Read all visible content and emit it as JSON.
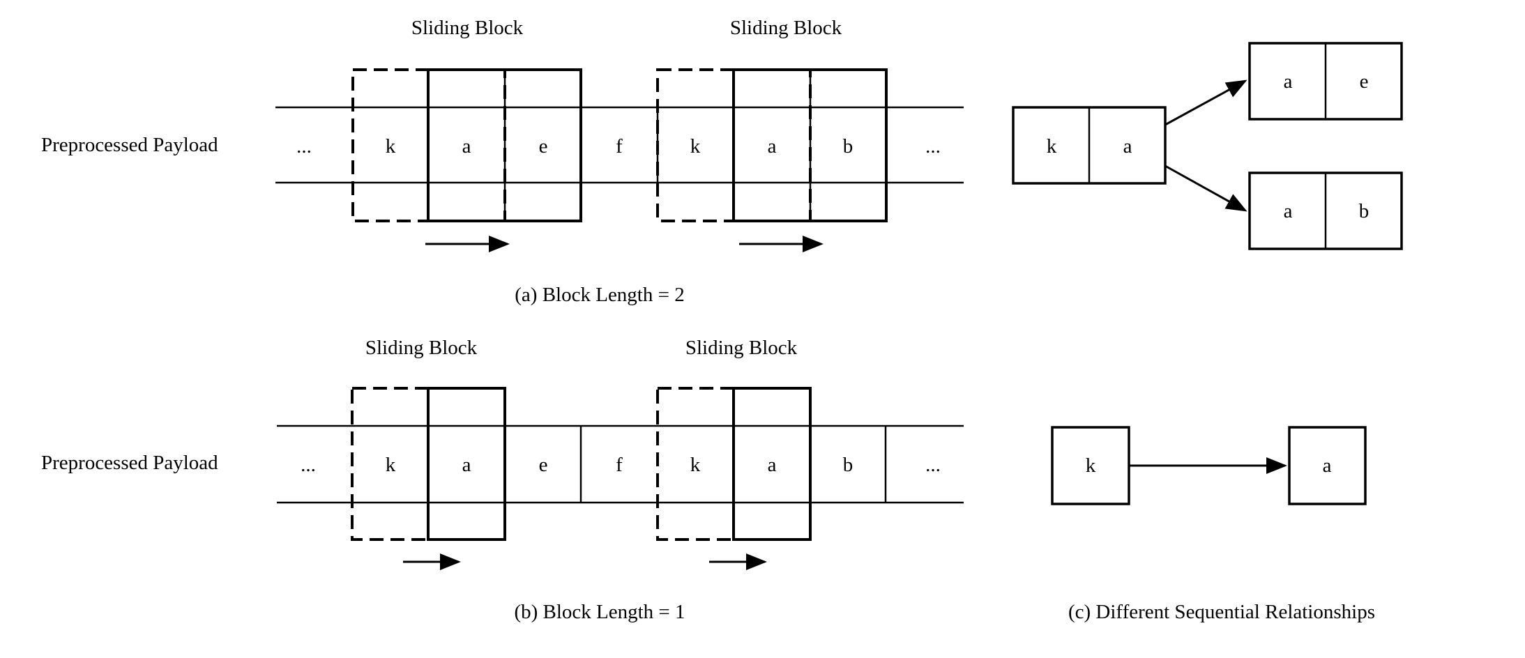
{
  "panel_a": {
    "row_label": "Preprocessed Payload",
    "cells": [
      "...",
      "k",
      "a",
      "e",
      "f",
      "k",
      "a",
      "b",
      "..."
    ],
    "block_label_1": "Sliding Block",
    "block_label_2": "Sliding Block",
    "caption": "(a) Block Length = 2"
  },
  "panel_b": {
    "row_label": "Preprocessed Payload",
    "cells": [
      "...",
      "k",
      "a",
      "e",
      "f",
      "k",
      "a",
      "b",
      "..."
    ],
    "block_label_1": "Sliding Block",
    "block_label_2": "Sliding Block",
    "caption": "(b) Block Length = 1"
  },
  "panel_c": {
    "source_pair": [
      "k",
      "a"
    ],
    "target_pair_1": [
      "a",
      "e"
    ],
    "target_pair_2": [
      "a",
      "b"
    ],
    "single_source": "k",
    "single_target": "a",
    "caption": "(c) Different Sequential Relationships"
  }
}
